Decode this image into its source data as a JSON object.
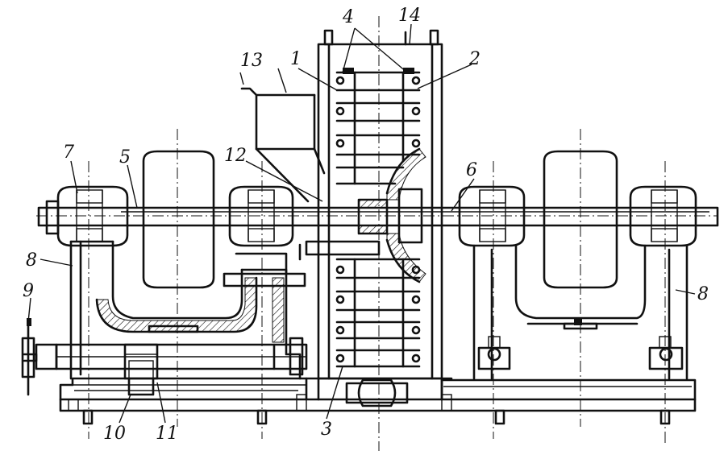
{
  "labels": {
    "l1": "1",
    "l2": "2",
    "l3": "3",
    "l4": "4",
    "l5": "5",
    "l6": "6",
    "l7": "7",
    "l8a": "8",
    "l8b": "8",
    "l9": "9",
    "l10": "10",
    "l11": "11",
    "l12": "12",
    "l13": "13",
    "l14": "14"
  }
}
